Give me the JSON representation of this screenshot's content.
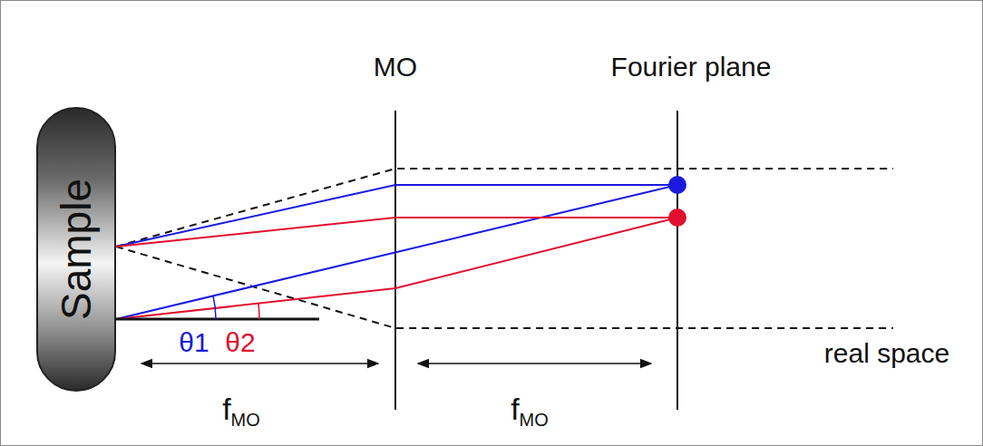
{
  "diagram": {
    "nodes": [
      {
        "text": [
          "Sample"
        ]
      }
    ],
    "labels": [
      "MO",
      "Fourier plane",
      "real space",
      "θ1",
      "θ2",
      "fMO",
      "fMO"
    ]
  }
}
